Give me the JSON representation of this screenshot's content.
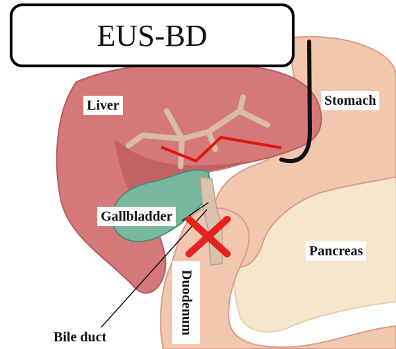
{
  "title": "EUS-BD",
  "labels": {
    "liver": "Liver",
    "stomach": "Stomach",
    "gallbladder": "Gallbladder",
    "pancreas": "Pancreas",
    "duodenum": "Duodenum",
    "bile_duct": "Bile duct"
  },
  "colors": {
    "liver": "#d4787a",
    "liver_dark": "#bd5e62",
    "stomach": "#f2c7b0",
    "pancreas": "#f6e6cc",
    "gallbladder": "#78b89e",
    "bile_ducts": "#d9c3ae",
    "drainage_route": "#e0120f",
    "blocked_marker": "#e5221f",
    "endoscope": "#111111"
  },
  "icons": {
    "blocked": "x-mark-icon"
  }
}
